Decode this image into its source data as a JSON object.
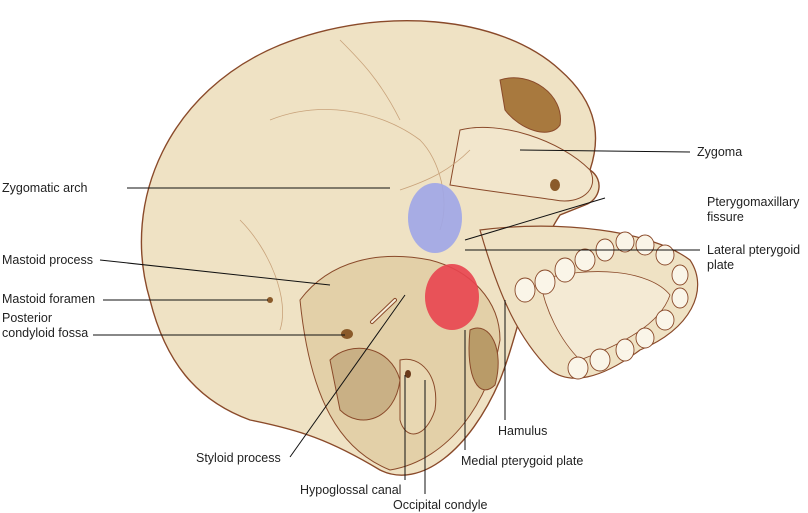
{
  "labels": {
    "zygomatic_arch": "Zygomatic arch",
    "mastoid_process": "Mastoid process",
    "mastoid_foramen": "Mastoid foramen",
    "posterior_condyloid_fossa_1": "Posterior",
    "posterior_condyloid_fossa_2": "condyloid fossa",
    "styloid_process": "Styloid process",
    "hypoglossal_canal": "Hypoglossal canal",
    "occipital_condyle": "Occipital condyle",
    "medial_pterygoid_plate": "Medial pterygoid plate",
    "hamulus": "Hamulus",
    "zygoma": "Zygoma",
    "pterygomaxillary_fissure_1": "Pterygomaxillary",
    "pterygomaxillary_fissure_2": "fissure",
    "lateral_pterygoid_plate_1": "Lateral pterygoid",
    "lateral_pterygoid_plate_2": "plate"
  },
  "colors": {
    "bone": "#efe2c4",
    "outline": "#8a4a2a",
    "highlight_blue": "#9fa6e8",
    "highlight_red": "#e8444f"
  }
}
